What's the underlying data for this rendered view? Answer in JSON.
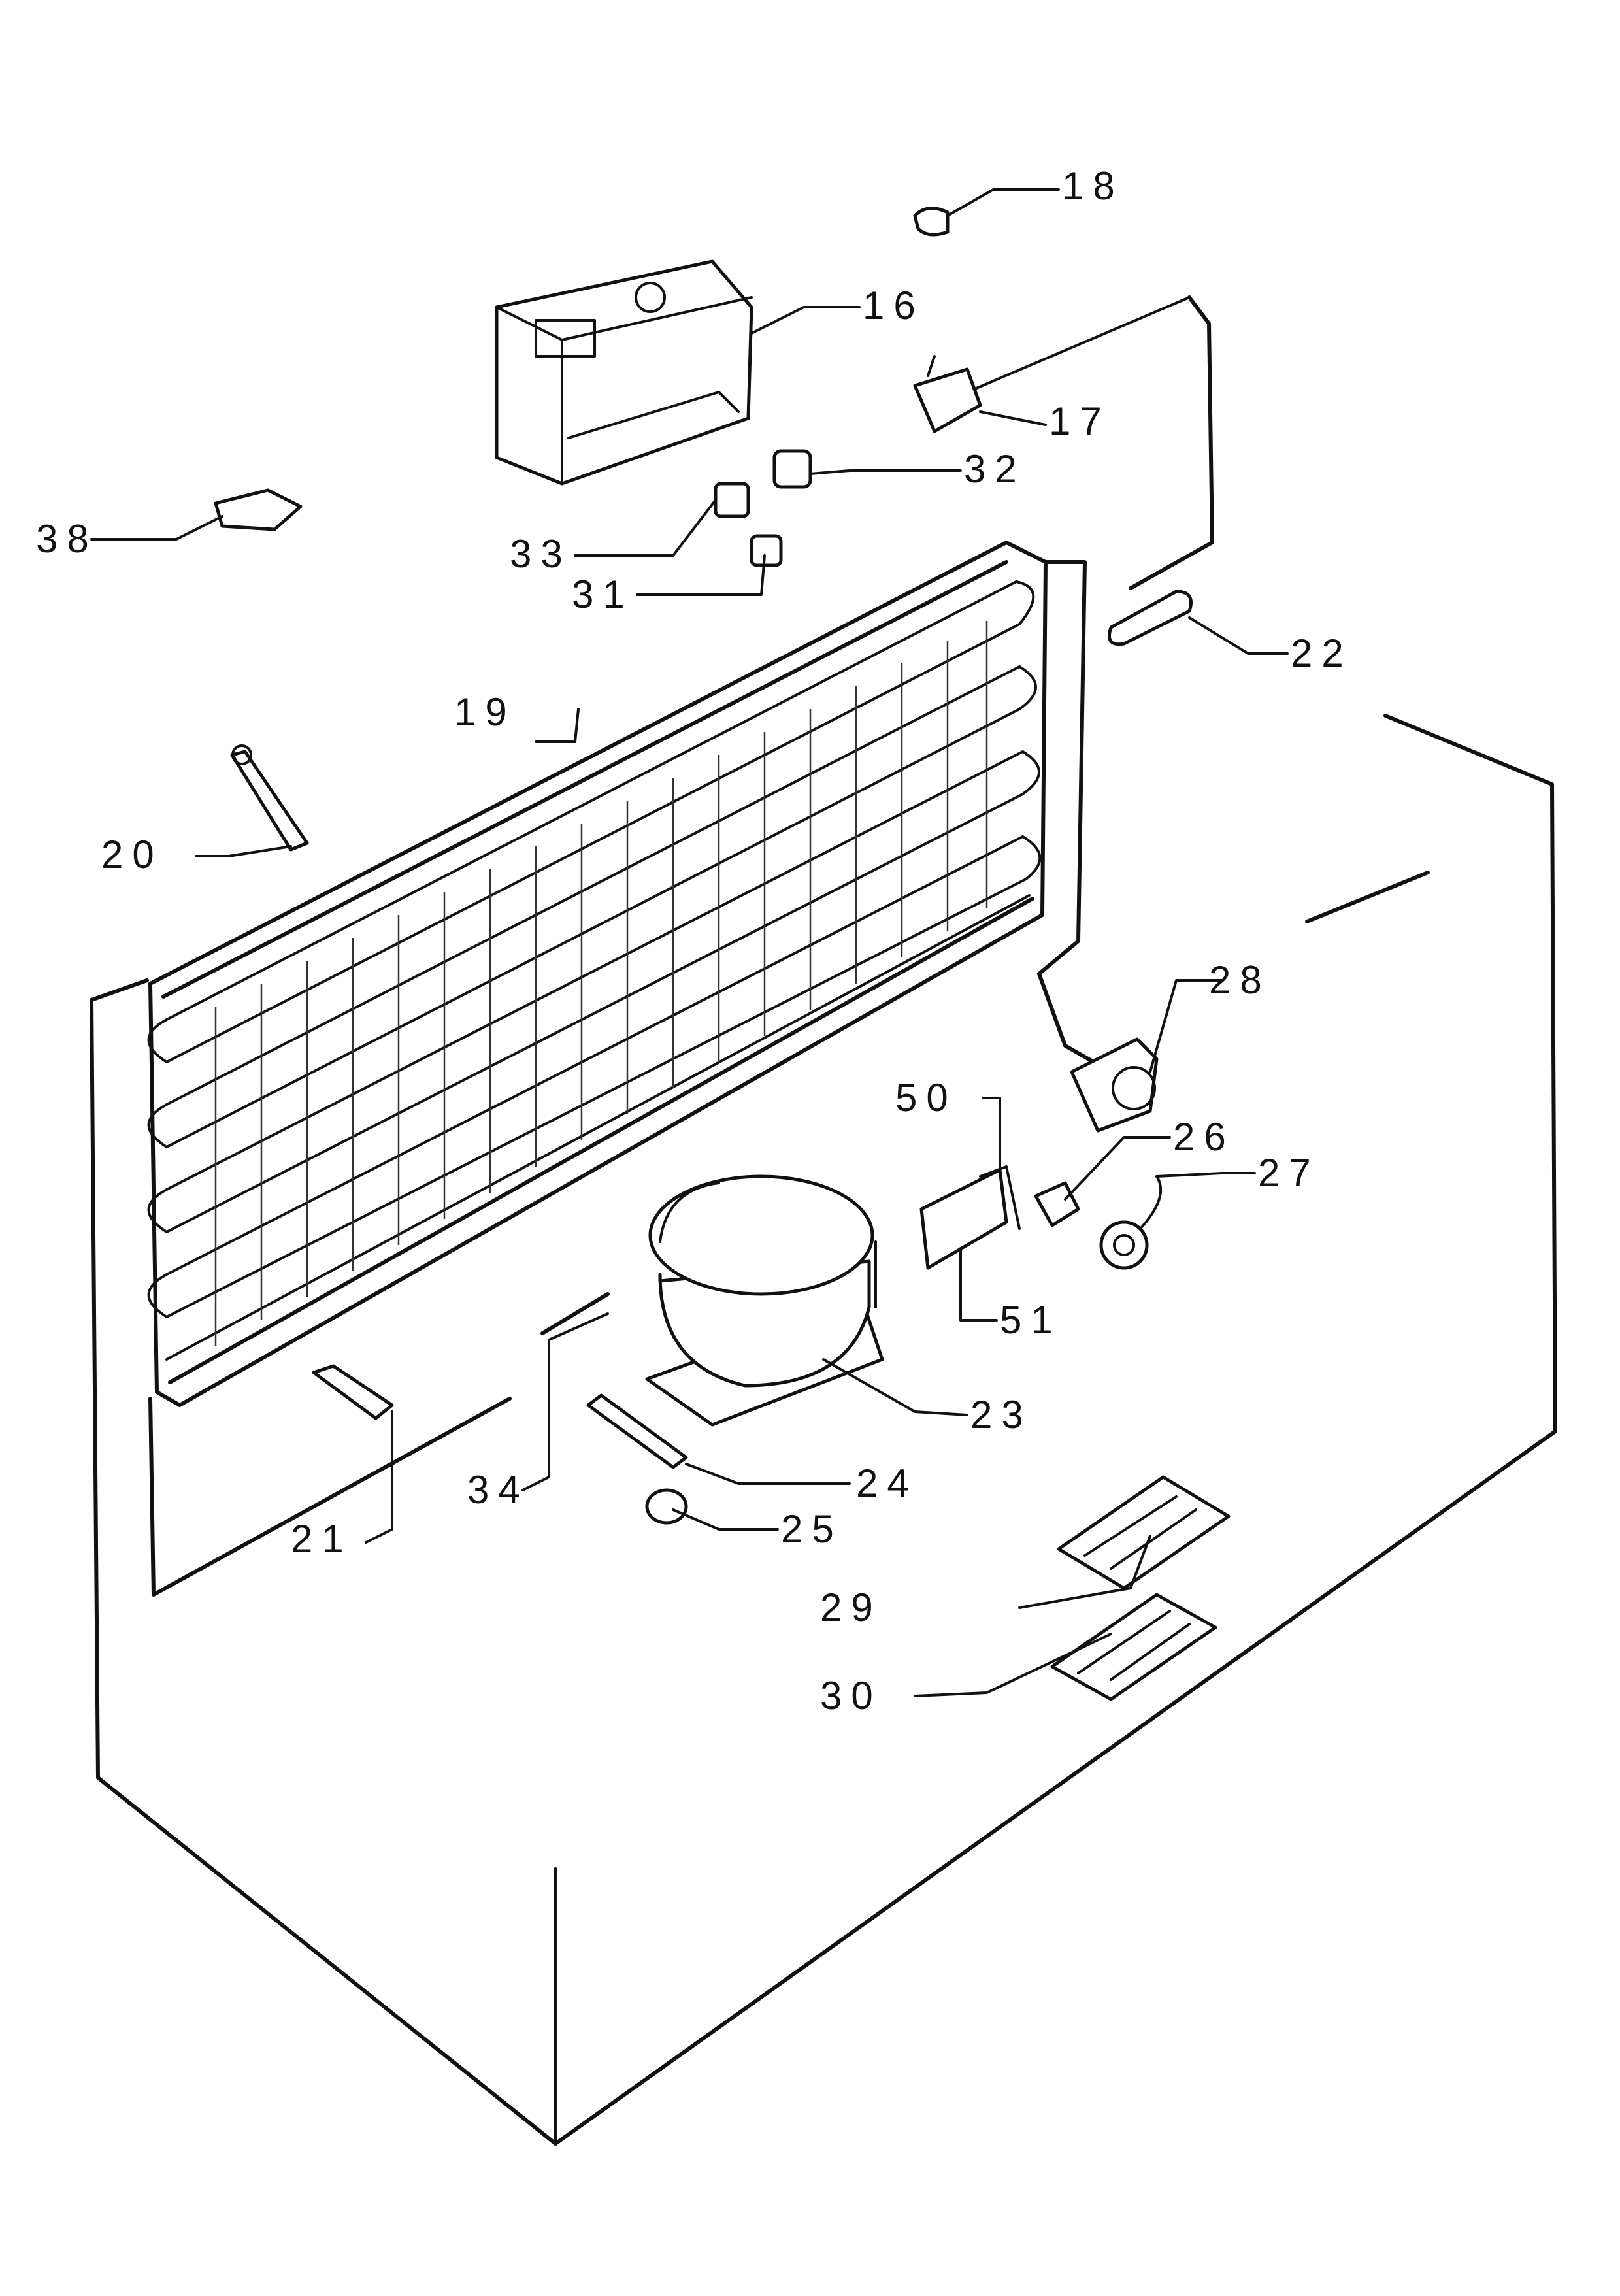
{
  "diagram": {
    "labels": {
      "p16": "16",
      "p17": "17",
      "p18": "18",
      "p19": "19",
      "p20": "20",
      "p21": "21",
      "p22": "22",
      "p23": "23",
      "p24": "24",
      "p25": "25",
      "p26": "26",
      "p27": "27",
      "p28": "28",
      "p29": "29",
      "p30": "30",
      "p31": "31",
      "p32": "32",
      "p33": "33",
      "p34": "34",
      "p38": "38",
      "p50": "50",
      "p51": "51"
    }
  }
}
